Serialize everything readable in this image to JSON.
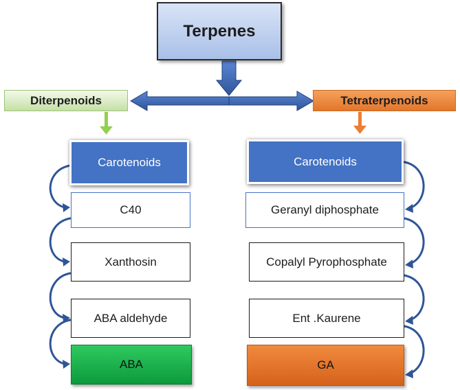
{
  "root": {
    "label": "Terpenes"
  },
  "branches": {
    "left": {
      "label": "Diterpenoids"
    },
    "right": {
      "label": "Tetraterpenoids"
    }
  },
  "left_chain": [
    "Carotenoids",
    "C40",
    "Xanthosin",
    "ABA aldehyde",
    "ABA"
  ],
  "right_chain": [
    "Carotenoids",
    "Geranyl diphosphate",
    "Copalyl Pyrophosphate",
    "Ent .Kaurene",
    "GA"
  ],
  "colors": {
    "arrow_blue": "#4472c4",
    "arrow_green": "#92d050",
    "arrow_orange": "#ed7d31",
    "abc_green": "#16b04a",
    "ga_orange": "#e2712a"
  }
}
